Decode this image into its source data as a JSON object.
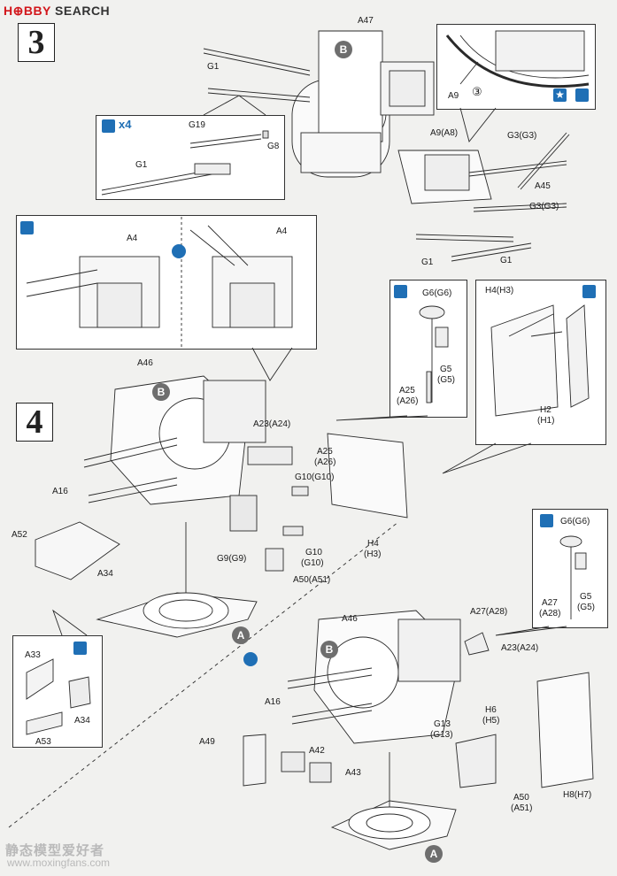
{
  "header": {
    "brand_hobby": "H⊕BBY",
    "brand_search": "SEARCH"
  },
  "steps": {
    "step3": "3",
    "step4": "4"
  },
  "callouts": {
    "x4": "x4",
    "circled_3": "③"
  },
  "labels": {
    "A47": "A47",
    "G1_a": "G1",
    "B_top": "B",
    "A9": "A9",
    "A9A8": "A9(A8)",
    "G3G3_a": "G3(G3)",
    "A45": "A45",
    "G3G3_b": "G3(G3)",
    "G1_b": "G1",
    "G1_c": "G1",
    "G19": "G19",
    "G8": "G8",
    "G1_inset": "G1",
    "A4_left": "A4",
    "A4_right": "A4",
    "G6G6_top": "G6(G6)",
    "G5G5_top_1": "G5",
    "G5G5_top_2": "(G5)",
    "A25A26_inset_1": "A25",
    "A25A26_inset_2": "(A26)",
    "H4H3": "H4(H3)",
    "H2H1_1": "H2",
    "H2H1_2": "(H1)",
    "A46_top": "A46",
    "B_mid": "B",
    "A23A24_top": "A23(A24)",
    "A25A26_1": "A25",
    "A25A26_2": "(A26)",
    "G10G10_a": "G10(G10)",
    "A16_top": "A16",
    "A52": "A52",
    "A34": "A34",
    "G9G9": "G9(G9)",
    "G10G10_b_1": "G10",
    "G10G10_b_2": "(G10)",
    "H4H3_b_1": "H4",
    "H4H3_b_2": "(H3)",
    "A50A51_top": "A50(A51)",
    "A_top": "A",
    "A33": "A33",
    "A34_inset": "A34",
    "A53": "A53",
    "G6G6_bot": "G6(G6)",
    "G5G5_bot_1": "G5",
    "G5G5_bot_2": "(G5)",
    "A27A28_inset_1": "A27",
    "A27A28_inset_2": "(A28)",
    "A46_bot": "A46",
    "A27A28": "A27(A28)",
    "B_bot": "B",
    "A23A24_bot": "A23(A24)",
    "A16_bot": "A16",
    "H6H5_1": "H6",
    "H6H5_2": "(H5)",
    "A49": "A49",
    "A42": "A42",
    "G13G13_1": "G13",
    "G13G13_2": "(G13)",
    "A43": "A43",
    "A50A51_bot_1": "A50",
    "A50A51_bot_2": "(A51)",
    "H8H7": "H8(H7)",
    "A_bot": "A"
  },
  "watermark": {
    "text": "静态模型爱好者",
    "url": "www.moxingfans.com"
  }
}
